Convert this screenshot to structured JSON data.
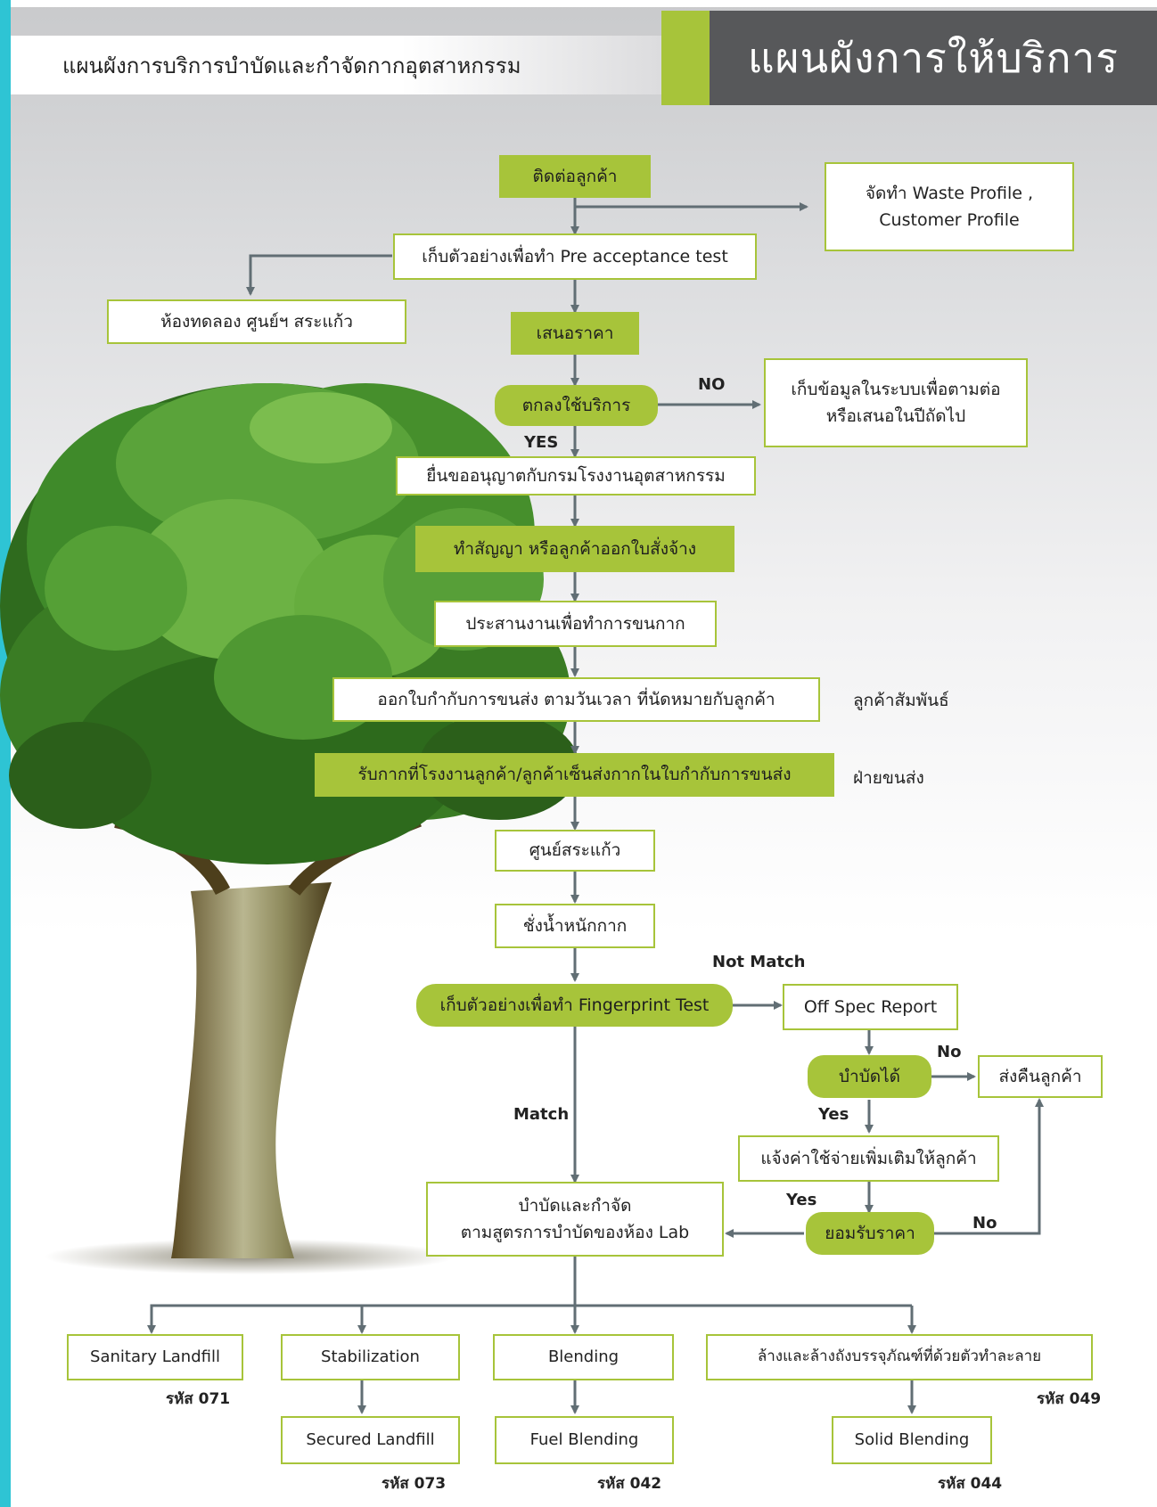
{
  "header": {
    "subtitle": "แผนผังการบริการบำบัดและกำจัดกากอุตสาหกรรม",
    "title": "แผนผังการให้บริการ"
  },
  "colors": {
    "accent_green": "#a7c43a",
    "header_dark": "#57585a",
    "arrow_gray": "#616e74",
    "side_bar": "#2ec4d4"
  },
  "flow": {
    "contact": "ติดต่อลูกค้า",
    "profile_line1": "จัดทำ Waste Profile ,",
    "profile_line2": "Customer Profile",
    "sample": "เก็บตัวอย่างเพื่อทำ Pre acceptance test",
    "lab": "ห้องทดลอง ศูนย์ฯ สระแก้ว",
    "quote": "เสนอราคา",
    "agree": "ตกลงใช้บริการ",
    "followup_line1": "เก็บข้อมูลในระบบเพื่อตามต่อ",
    "followup_line2": "หรือเสนอในปีถัดไป",
    "permit": "ยื่นขออนุญาตกับกรมโรงงานอุตสาหกรรม",
    "contract": "ทำสัญญา หรือลูกค้าออกใบสั่งจ้าง",
    "coordinate": "ประสานงานเพื่อทำการขนกาก",
    "manifest": "ออกใบกำกับการขนส่ง ตามวันเวลา ที่นัดหมายกับลูกค้า",
    "pickup": "รับกากที่โรงงานลูกค้า/ลูกค้าเซ็นส่งกากในใบกำกับการขนส่ง",
    "center": "ศูนย์สระแก้ว",
    "weigh": "ชั่งน้ำหนักกาก",
    "fingerprint": "เก็บตัวอย่างเพื่อทำ Fingerprint Test",
    "offspec": "Off Spec Report",
    "treatable": "บำบัดได้",
    "return": "ส่งคืนลูกค้า",
    "notify_cost": "แจ้งค่าใช้จ่ายเพิ่มเติมให้ลูกค้า",
    "accept_price": "ยอมรับราคา",
    "treat_line1": "บำบัดและกำจัด",
    "treat_line2": "ตามสูตรการบำบัดของห้อง Lab"
  },
  "side_labels": {
    "customer_relations": "ลูกค้าสัมพันธ์",
    "transport": "ฝ่ายขนส่ง"
  },
  "edge_labels": {
    "no_caps": "NO",
    "yes_caps": "YES",
    "not_match": "Not Match",
    "match": "Match",
    "no": "No",
    "yes": "Yes"
  },
  "outputs": {
    "sanitary": "Sanitary Landfill",
    "stabilization": "Stabilization",
    "blending": "Blending",
    "washing": "ล้างและล้างถังบรรจุภัณฑ์ที่ด้วยตัวทำละลาย",
    "secured": "Secured Landfill",
    "fuel": "Fuel Blending",
    "solid": "Solid Blending"
  },
  "codes": {
    "c071": "รหัส 071",
    "c049": "รหัส 049",
    "c073": "รหัส 073",
    "c042": "รหัส 042",
    "c044": "รหัส 044"
  }
}
